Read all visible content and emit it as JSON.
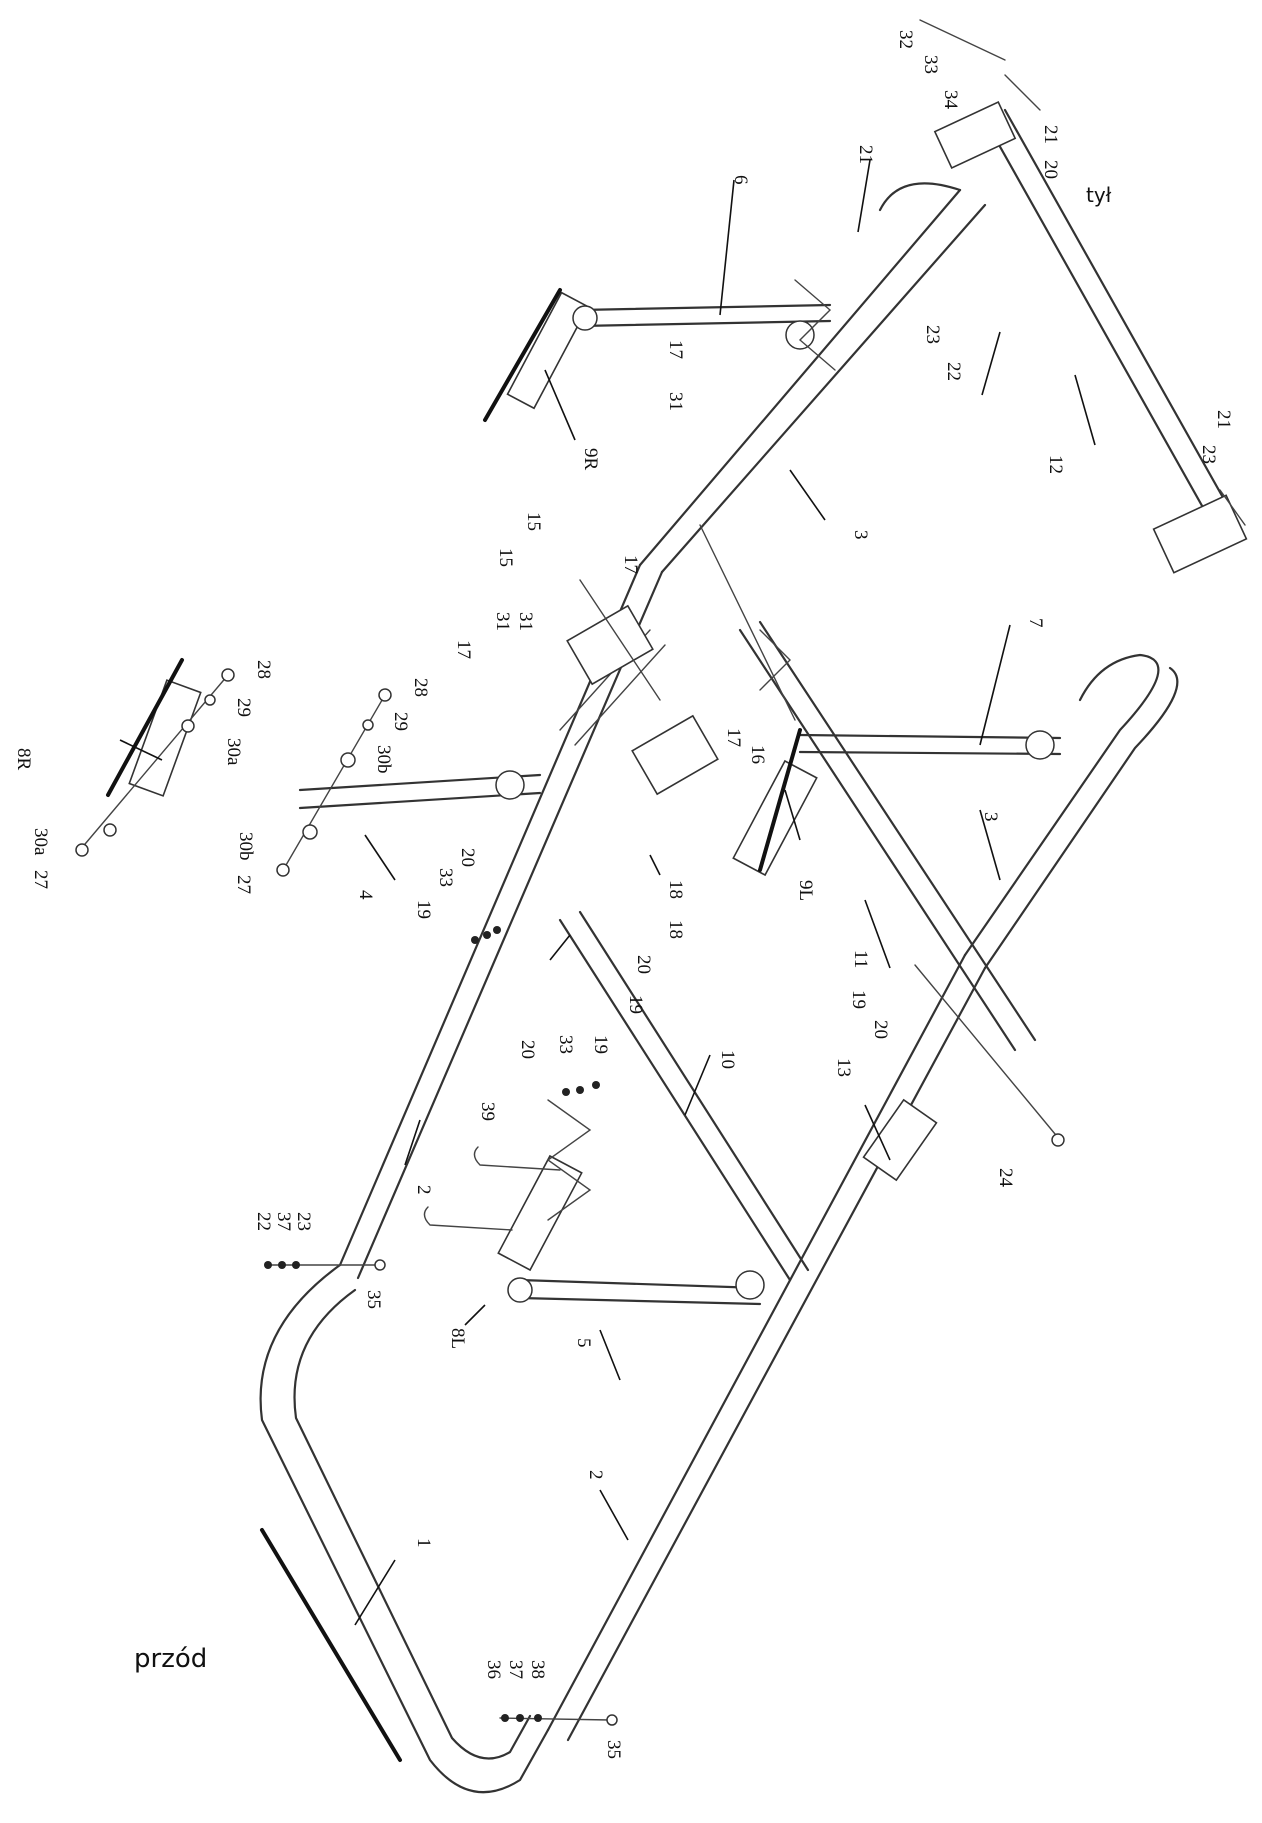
{
  "labels": {
    "rear": "tył",
    "front": "przód"
  },
  "callouts": {
    "c32": "32",
    "c33a": "33",
    "c34": "34",
    "c21a": "21",
    "c20a": "20",
    "c6": "6",
    "c21b": "21",
    "c17a": "17",
    "c31a": "31",
    "c9R": "9R",
    "c23a": "23",
    "c22a": "22",
    "c12": "12",
    "c21c": "21",
    "c23b": "23",
    "c3a": "3",
    "c15a": "15",
    "c15b": "15",
    "c17b": "17",
    "c31b": "31",
    "c31c": "31",
    "c17c": "17",
    "c28a": "28",
    "c29a": "29",
    "c30aA": "30a",
    "c8R": "8R",
    "c28b": "28",
    "c29b": "29",
    "c30bA": "30b",
    "c30aB": "30a",
    "c27a": "27",
    "c30bB": "30b",
    "c27b": "27",
    "c4": "4",
    "c20b": "20",
    "c33b": "33",
    "c19a": "19",
    "c17d": "17",
    "c16": "16",
    "c18a": "18",
    "c18b": "18",
    "c9L": "9L",
    "c20c": "20",
    "c19b": "19",
    "c7": "7",
    "c3b": "3",
    "c11": "11",
    "c19c": "19",
    "c20d": "20",
    "c10": "10",
    "c20e": "20",
    "c33c": "33",
    "c19d": "19",
    "c13": "13",
    "c24": "24",
    "c39": "39",
    "c2a": "2",
    "c22b": "22",
    "c37a": "37",
    "c23c": "23",
    "c35a": "35",
    "c8L": "8L",
    "c5": "5",
    "c2b": "2",
    "c1": "1",
    "c36": "36",
    "c37b": "37",
    "c38": "38",
    "c35b": "35"
  }
}
